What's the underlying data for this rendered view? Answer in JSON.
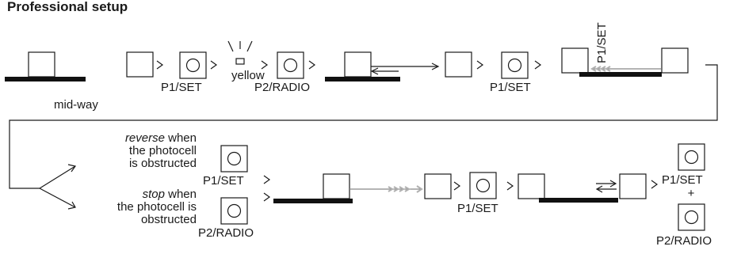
{
  "title": "Professional setup",
  "labels": {
    "mid_way": "mid-way",
    "yellow": "yellow",
    "p1_set": "P1/SET",
    "p2_radio": "P2/RADIO",
    "plus": "+"
  },
  "branches": {
    "reverse_em": "reverse",
    "reverse_rest1": " when",
    "reverse_rest2": "the photocell",
    "reverse_rest3": "is obstructed",
    "stop_em": "stop",
    "stop_rest1": " when",
    "stop_rest2": "the photocell is",
    "stop_rest3": "obstructed"
  },
  "icons": {
    "button": "pushbutton-icon",
    "gate": "gate-leaf-icon",
    "lamp": "flashing-lamp-icon",
    "arrow": "arrow-right-icon"
  },
  "colors": {
    "line": "#1a1a1a",
    "track": "#111111",
    "faded": "#b0b0b0"
  }
}
